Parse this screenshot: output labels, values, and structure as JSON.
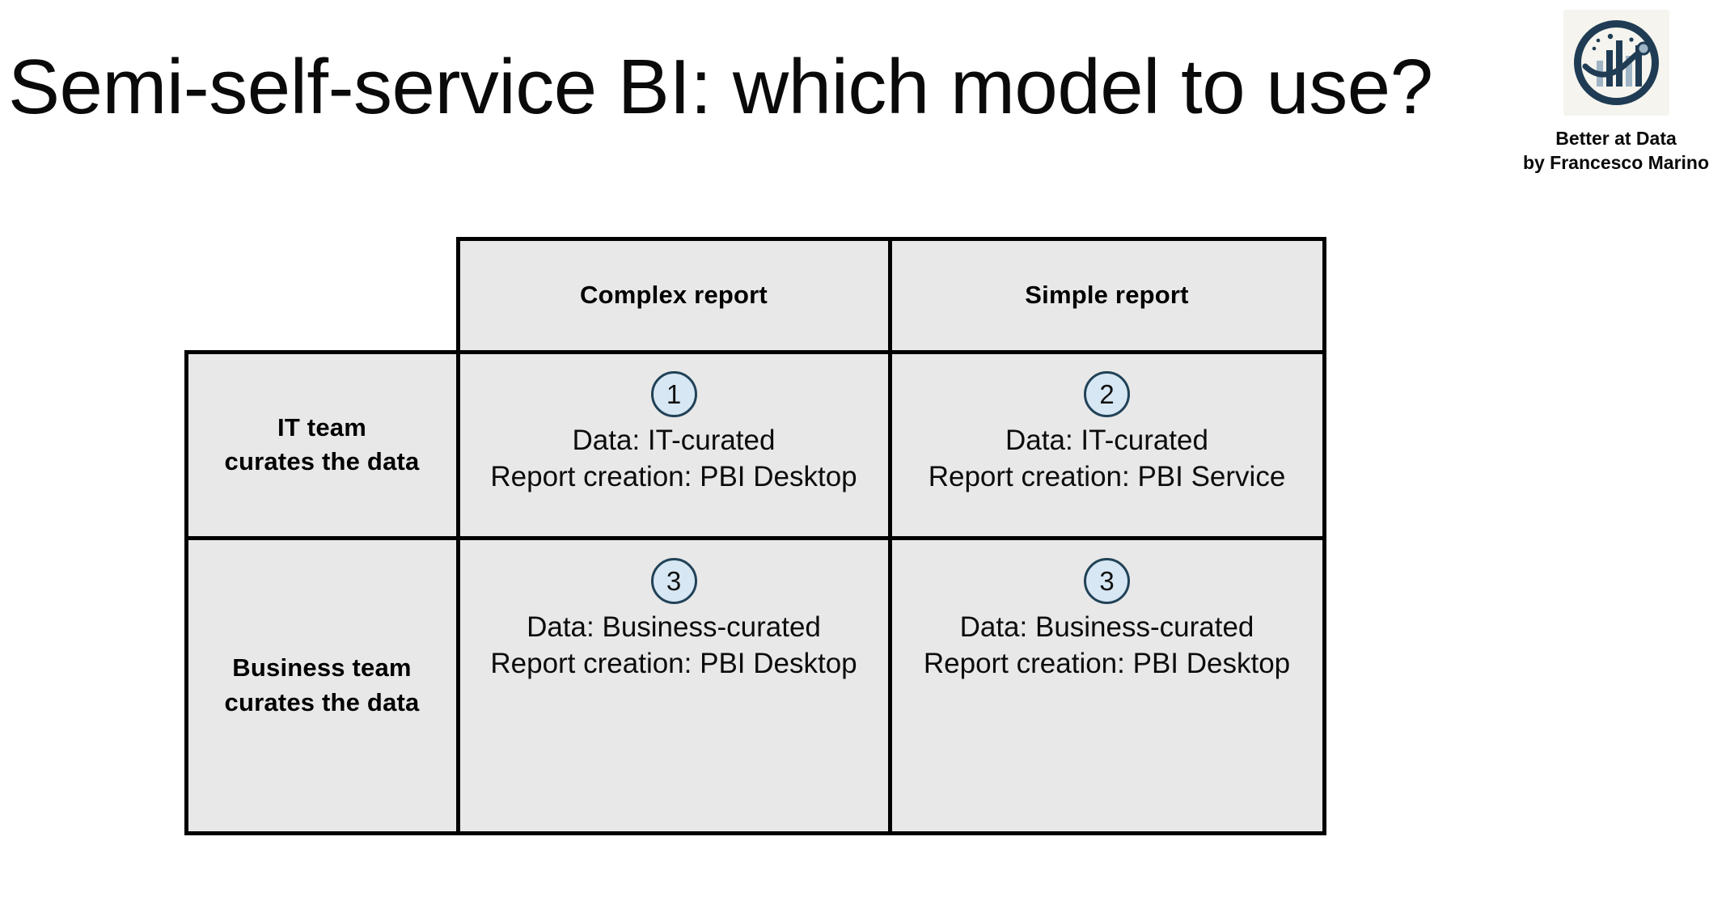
{
  "title": "Semi-self-service BI: which model to use?",
  "brand": {
    "logo_icon": "bar-chart-trendline-circle-logo",
    "name": "Better at Data",
    "byline": "by Francesco Marino",
    "logo_bg": "#f5f4ee",
    "logo_navy": "#1f3c54",
    "logo_light": "#a9bdcd"
  },
  "matrix": {
    "corner_label": "",
    "column_headers": [
      "Complex report",
      "Simple report"
    ],
    "row_headers": [
      {
        "line1": "IT team",
        "line2": "curates the data"
      },
      {
        "line1": "Business team",
        "line2": "curates the data"
      }
    ],
    "cells": [
      [
        {
          "badge": "1",
          "line1": "Data: IT-curated",
          "line2": "Report creation: PBI Desktop"
        },
        {
          "badge": "2",
          "line1": "Data: IT-curated",
          "line2": "Report creation: PBI Service"
        }
      ],
      [
        {
          "badge": "3",
          "line1": "Data: Business-curated",
          "line2": "Report creation: PBI Desktop"
        },
        {
          "badge": "3",
          "line1": "Data: Business-curated",
          "line2": "Report creation: PBI Desktop"
        }
      ]
    ],
    "colors": {
      "cell_background": "#e8e8e8",
      "border": "#000000",
      "badge_fill": "#d7e7f3",
      "badge_border": "#214257"
    }
  }
}
